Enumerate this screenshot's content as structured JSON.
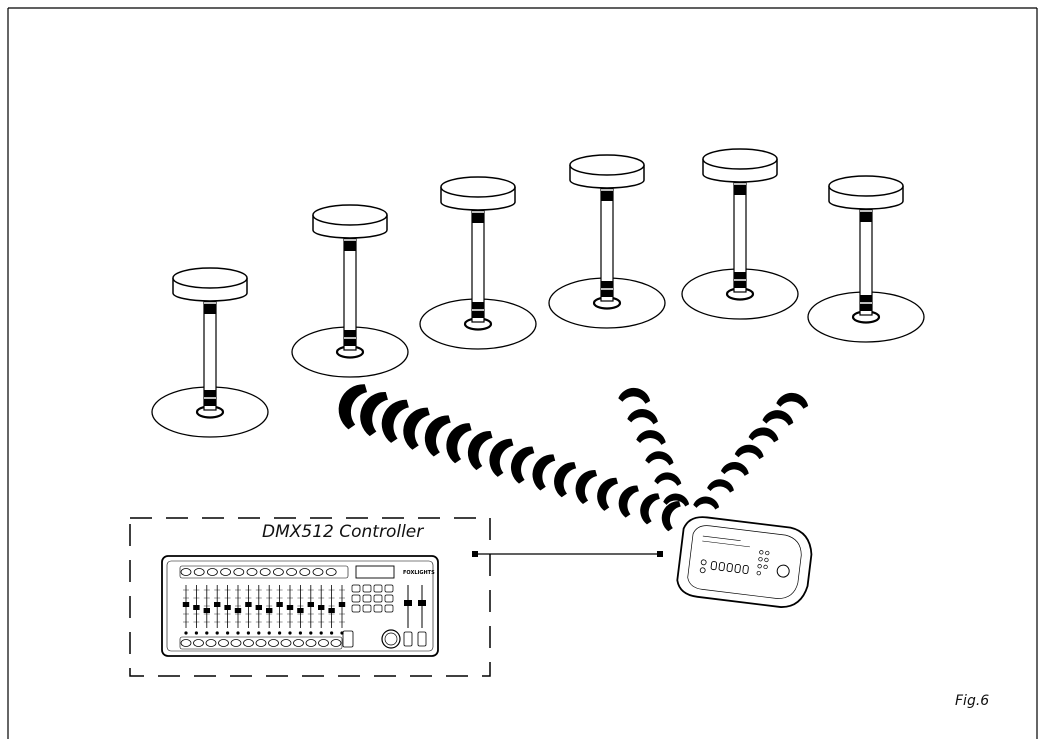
{
  "figure": {
    "controller_label": "DMX512 Controller",
    "figure_label": "Fig.6",
    "brand_text": "FOXLIGHTS",
    "line_color": "#000000",
    "background": "#ffffff"
  }
}
